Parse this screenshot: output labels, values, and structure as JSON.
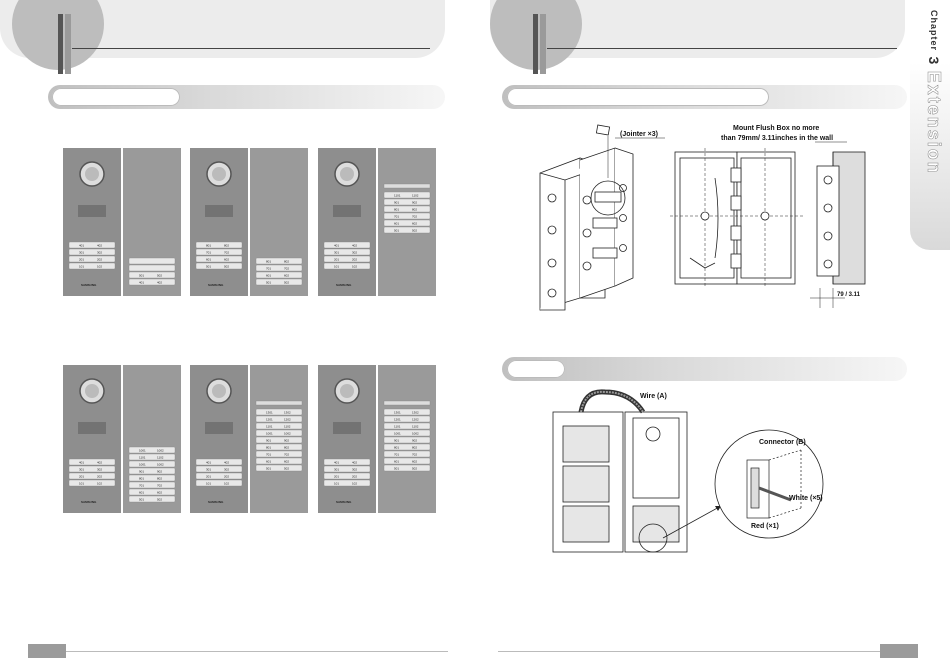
{
  "chapter": {
    "word": "Chapter",
    "number": "3",
    "title": "Extension"
  },
  "figure1": {
    "jointer_label": "(Jointer ×3)",
    "mount_label_1": "Mount Flush Box no more",
    "mount_label_2": "than 79mm/ 3.11inches in the wall",
    "dimension_label": "79 / 3.11"
  },
  "figure2": {
    "wire_label": "Wire (A)",
    "connector_label": "Connector (B)",
    "white_label": "White (×5)",
    "red_label": "Red (×1)"
  },
  "brand": "SAMSUNG",
  "panels_row1": [
    {
      "keypad_left": [
        [
          "401",
          "402"
        ],
        [
          "301",
          "302"
        ],
        [
          "201",
          "202"
        ],
        [
          "101",
          "102"
        ]
      ],
      "keypad_right": [
        [
          "",
          ""
        ],
        [
          "",
          ""
        ],
        [
          "501",
          "502"
        ],
        [
          "401",
          "402"
        ]
      ],
      "right_top": false
    },
    {
      "keypad_left": [
        [
          "801",
          "802"
        ],
        [
          "701",
          "702"
        ],
        [
          "601",
          "602"
        ],
        [
          "501",
          "502"
        ]
      ],
      "keypad_right": [
        [
          "801",
          "802"
        ],
        [
          "701",
          "702"
        ],
        [
          "601",
          "602"
        ],
        [
          "501",
          "502"
        ]
      ],
      "right_top": false
    },
    {
      "keypad_left": [
        [
          "401",
          "402"
        ],
        [
          "301",
          "302"
        ],
        [
          "201",
          "202"
        ],
        [
          "101",
          "102"
        ]
      ],
      "keypad_right": [
        [
          "1101",
          "1102"
        ],
        [
          "901",
          "902"
        ],
        [
          "801",
          "802"
        ],
        [
          "701",
          "702"
        ],
        [
          "601",
          "602"
        ],
        [
          "501",
          "502"
        ]
      ],
      "right_top": true
    }
  ],
  "panels_row2": [
    {
      "keypad_left": [
        [
          "401",
          "402"
        ],
        [
          "301",
          "302"
        ],
        [
          "201",
          "202"
        ],
        [
          "101",
          "102"
        ]
      ],
      "keypad_right": [
        [
          "1001",
          "1002"
        ],
        [
          "1101",
          "1102"
        ],
        [
          "1001",
          "1002"
        ],
        [
          "901",
          "902"
        ],
        [
          "801",
          "802"
        ],
        [
          "701",
          "702"
        ],
        [
          "601",
          "602"
        ],
        [
          "501",
          "502"
        ]
      ],
      "right_top": false
    },
    {
      "keypad_left": [
        [
          "401",
          "402"
        ],
        [
          "301",
          "302"
        ],
        [
          "201",
          "202"
        ],
        [
          "101",
          "102"
        ]
      ],
      "keypad_right": [
        [
          "1301",
          "1302"
        ],
        [
          "1201",
          "1202"
        ],
        [
          "1101",
          "1102"
        ],
        [
          "1001",
          "1002"
        ],
        [
          "901",
          "902"
        ],
        [
          "801",
          "802"
        ],
        [
          "701",
          "702"
        ],
        [
          "601",
          "602"
        ],
        [
          "501",
          "502"
        ]
      ],
      "right_top": true
    },
    {
      "keypad_left": [
        [
          "401",
          "402"
        ],
        [
          "301",
          "302"
        ],
        [
          "201",
          "202"
        ],
        [
          "101",
          "102"
        ]
      ],
      "keypad_right": [
        [
          "1301",
          "1302"
        ],
        [
          "1201",
          "1202"
        ],
        [
          "1101",
          "1102"
        ],
        [
          "1001",
          "1002"
        ],
        [
          "901",
          "902"
        ],
        [
          "801",
          "802"
        ],
        [
          "701",
          "702"
        ],
        [
          "601",
          "602"
        ],
        [
          "501",
          "502"
        ]
      ],
      "right_top": true
    }
  ]
}
